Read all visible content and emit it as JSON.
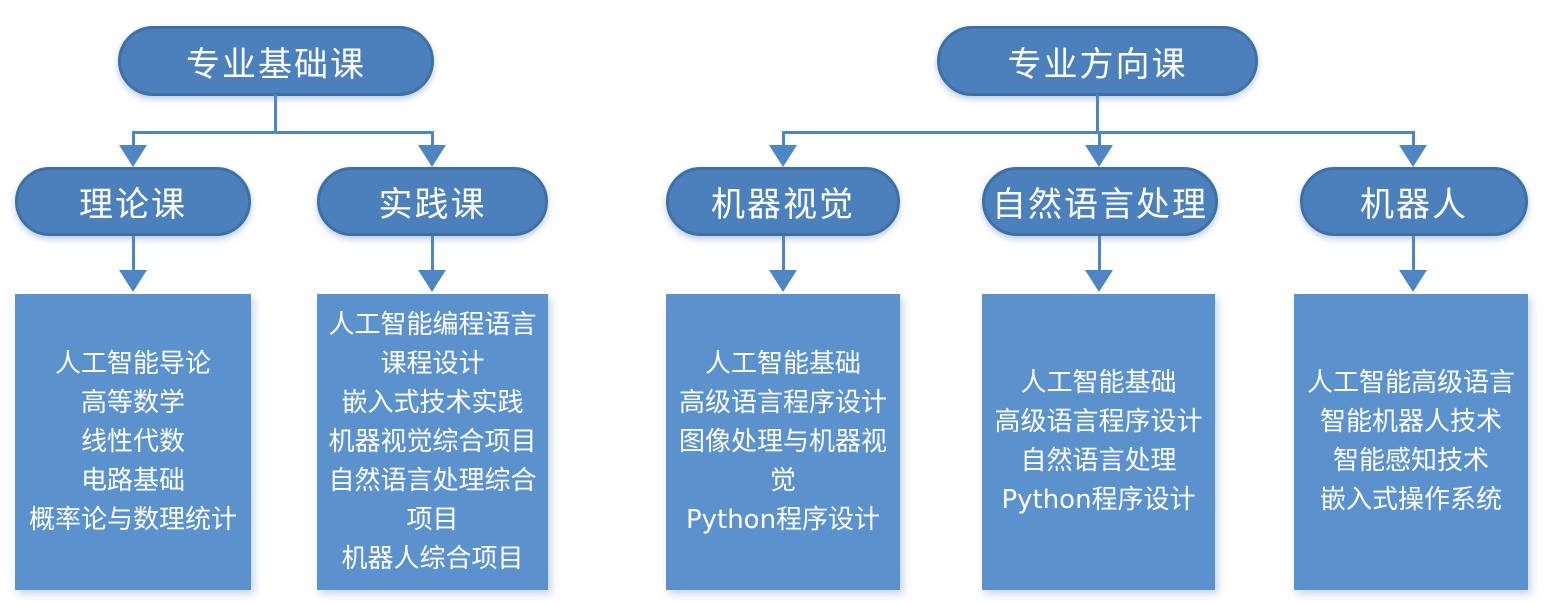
{
  "palette": {
    "background": "#ffffff",
    "pill_fill": "#4C80BC",
    "pill_border": "#3E6FA5",
    "box_fill": "#5B92CE",
    "connector": "#4E86C4",
    "text": "#ffffff"
  },
  "trees": [
    {
      "root": "专业基础课",
      "branches": [
        {
          "label": "理论课",
          "courses": [
            "人工智能导论",
            "高等数学",
            "线性代数",
            "电路基础",
            "概率论与数理统计"
          ]
        },
        {
          "label": "实践课",
          "courses": [
            "人工智能编程语言课程设计",
            "嵌入式技术实践",
            "机器视觉综合项目",
            "自然语言处理综合项目",
            "机器人综合项目"
          ]
        }
      ]
    },
    {
      "root": "专业方向课",
      "branches": [
        {
          "label": "机器视觉",
          "courses": [
            "人工智能基础",
            "高级语言程序设计",
            "图像处理与机器视觉",
            "Python程序设计"
          ]
        },
        {
          "label": "自然语言处理",
          "courses": [
            "人工智能基础",
            "高级语言程序设计",
            "自然语言处理",
            "Python程序设计"
          ]
        },
        {
          "label": "机器人",
          "courses": [
            "人工智能高级语言",
            "智能机器人技术",
            "智能感知技术",
            "嵌入式操作系统"
          ]
        }
      ]
    }
  ]
}
